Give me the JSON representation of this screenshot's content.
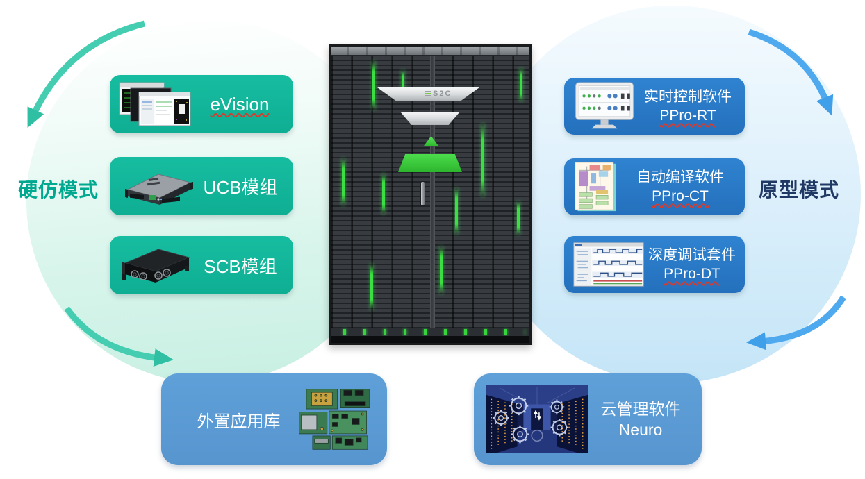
{
  "left_group": {
    "label": "硬仿模式",
    "cards": [
      {
        "label": "eVision",
        "icon": "evision-windows-icon"
      },
      {
        "label": "UCB模组",
        "icon": "ucb-module-icon"
      },
      {
        "label": "SCB模组",
        "icon": "scb-module-icon"
      }
    ]
  },
  "right_group": {
    "label": "原型模式",
    "cards": [
      {
        "line1": "实时控制软件",
        "line2": "PPro-RT",
        "icon": "ppro-rt-monitor-icon"
      },
      {
        "line1": "自动编译软件",
        "line2": "PPro-CT",
        "icon": "ppro-ct-diagram-icon"
      },
      {
        "line1": "深度调试套件",
        "line2": "PPro-DT",
        "icon": "ppro-dt-waveform-icon"
      }
    ]
  },
  "bottom_group": {
    "cards": [
      {
        "label": "外置应用库",
        "icon": "app-library-boards-icon"
      },
      {
        "line1": "云管理软件",
        "line2": "Neuro",
        "icon": "neuro-datacenter-icon"
      }
    ]
  },
  "rack": {
    "logo": "S2C"
  },
  "colors": {
    "teal_accent": "#00A88F",
    "teal_card": "#10B299",
    "blue_card": "#2877C5",
    "light_blue_card": "#5B9BD5",
    "navy_label": "#1F3864",
    "led_green": "#39D353",
    "squiggle_red": "#D83B2E"
  }
}
